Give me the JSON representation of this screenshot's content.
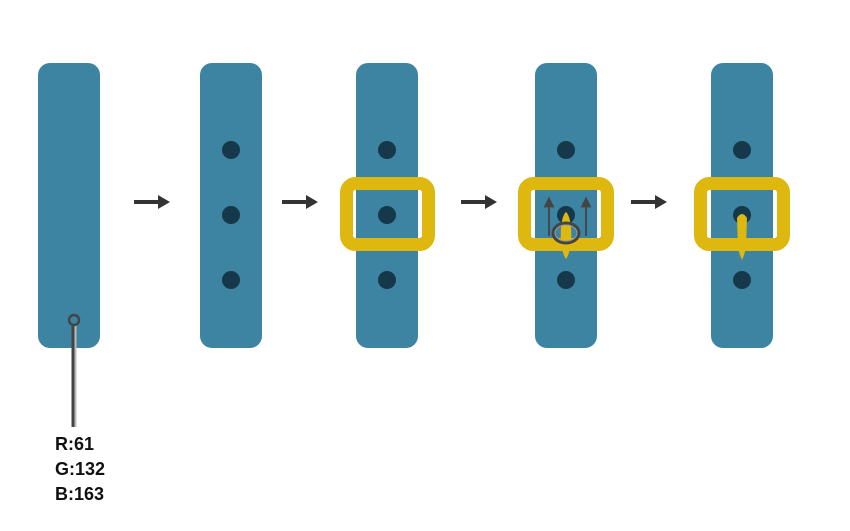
{
  "colors": {
    "strap": "#3d84a3",
    "hole": "#15384a",
    "buckle": "#deb70f",
    "arrow": "#333333",
    "pin": "#444444"
  },
  "steps": [
    "strap",
    "strap-with-holes",
    "strap-with-buckle",
    "tongue-move",
    "buckle-final"
  ],
  "color_readout": {
    "r": "R:61",
    "g": "G:132",
    "b": "B:163"
  }
}
